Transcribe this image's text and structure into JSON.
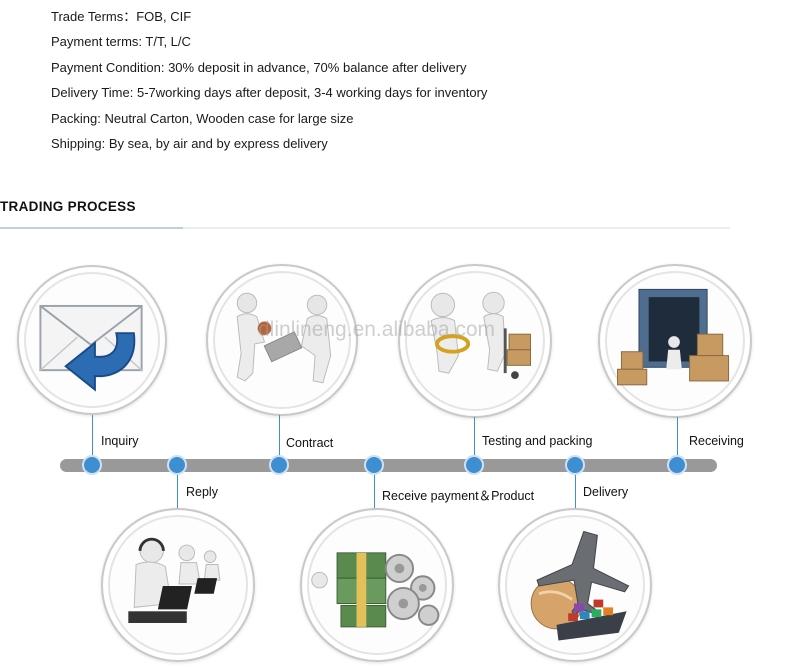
{
  "terms": [
    "Trade Terms：FOB, CIF",
    "Payment terms: T/T, L/C",
    "Payment Condition: 30% deposit in advance, 70% balance after delivery",
    "Delivery Time: 5-7working days after deposit, 3-4 working days for inventory",
    "Packing: Neutral Carton, Wooden case for large size",
    "Shipping: By sea,  by air and by express delivery"
  ],
  "section_title": "TRADING  PROCESS",
  "steps": [
    "Inquiry",
    "Reply",
    "Contract",
    "Receive payment＆Product",
    "Testing and packing",
    "Delivery",
    "Receiving"
  ],
  "watermark": "dlinlineng.en.alibaba.com",
  "colors": {
    "accent": "#3e8fd2",
    "bar": "#999999",
    "text": "#222222"
  }
}
